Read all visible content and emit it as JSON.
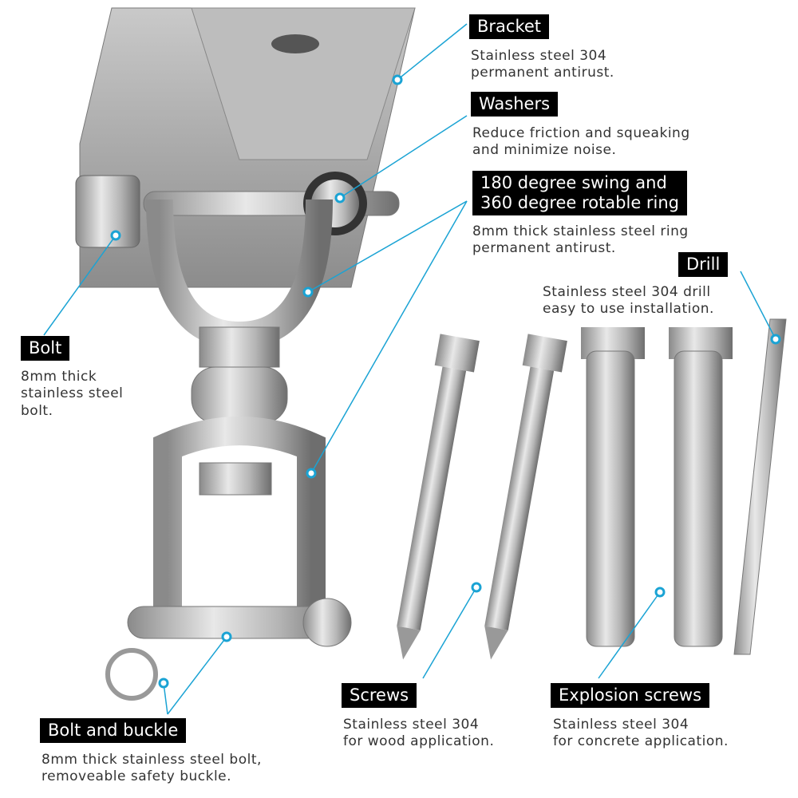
{
  "accent_color": "#1aa3d4",
  "callouts": {
    "bracket": {
      "label": "Bracket",
      "desc": [
        "Stainless steel 304",
        "permanent antirust."
      ]
    },
    "washers": {
      "label": "Washers",
      "desc": [
        "Reduce friction and squeaking",
        "and minimize noise."
      ]
    },
    "ring": {
      "label": [
        "180 degree swing and",
        "360 degree rotable ring"
      ],
      "desc": [
        "8mm thick stainless steel ring",
        "permanent antirust."
      ]
    },
    "drill": {
      "label": "Drill",
      "desc": [
        "Stainless steel 304 drill",
        "easy to use installation."
      ]
    },
    "bolt": {
      "label": "Bolt",
      "desc": [
        "8mm thick",
        "stainless steel",
        "bolt."
      ]
    },
    "bolt_buckle": {
      "label": "Bolt and buckle",
      "desc": [
        "8mm thick stainless steel bolt,",
        "removeable safety buckle."
      ]
    },
    "screws": {
      "label": "Screws",
      "desc": [
        "Stainless steel 304",
        "for wood application."
      ]
    },
    "explosion_screws": {
      "label": "Explosion screws",
      "desc": [
        "Stainless steel 304",
        "for concrete application."
      ]
    }
  }
}
